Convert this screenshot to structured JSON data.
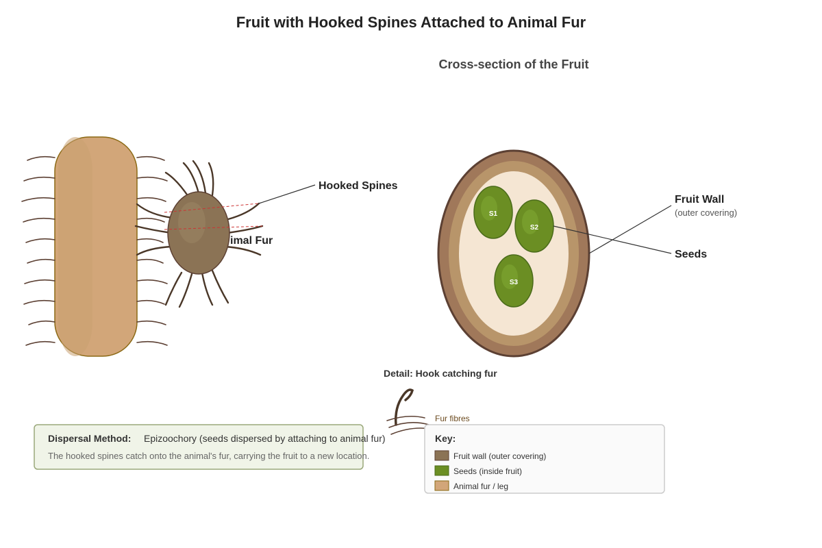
{
  "title": "Fruit with Hooked Spines Attached to Animal Fur",
  "cross_section_title": "Cross-section of the Fruit",
  "labels": {
    "hooked_spines": "Hooked Spines",
    "animal_fur_partial": "imal Fur",
    "fruit_wall": "Fruit Wall",
    "fruit_wall_note": "(outer covering)",
    "seeds": "Seeds"
  },
  "seeds": [
    "S1",
    "S2",
    "S3"
  ],
  "detail": {
    "title": "Detail: Hook catching fur",
    "fibres_label": "Fur fibres"
  },
  "info": {
    "heading": "Dispersal Method:",
    "method": "Epizoochory (seeds dispersed by attaching to animal fur)",
    "description": "The hooked spines catch onto the animal's fur, carrying the fruit to a new location."
  },
  "key": {
    "heading": "Key:",
    "items": [
      {
        "label": "Fruit wall (outer covering)",
        "color": "#8b7355"
      },
      {
        "label": "Seeds (inside fruit)",
        "color": "#6b8e23"
      },
      {
        "label": "Animal fur / leg",
        "color": "#d2a679"
      }
    ]
  },
  "colors": {
    "fruit_body": "#8b7355",
    "fruit_outline": "#5c4033",
    "spine": "#4a3728",
    "seed": "#6b8e23",
    "seed_outline": "#4a6b1a",
    "leg": "#d2a679",
    "leg_outline": "#8b6914",
    "flesh": "#f5e6d3",
    "inner_wall": "#b8956a",
    "outer_wall": "#a0785a",
    "dashed_line": "#cc3333"
  }
}
